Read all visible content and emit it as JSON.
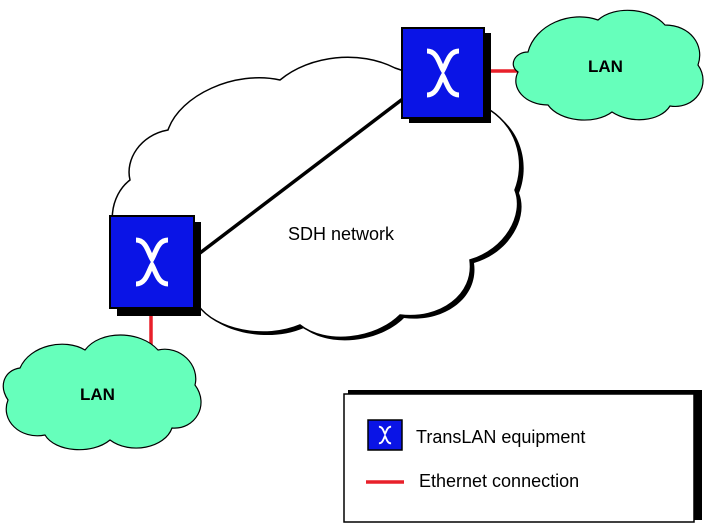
{
  "network": {
    "label": "SDH network"
  },
  "lans": [
    {
      "label": "LAN"
    },
    {
      "label": "LAN"
    }
  ],
  "legend": {
    "equipment_label": "TransLAN equipment",
    "ethernet_label": "Ethernet connection"
  },
  "colors": {
    "lan_fill": "#66FFBB",
    "equipment_fill": "#0A14E6",
    "ethernet": "#E8202A",
    "link": "#000000"
  }
}
